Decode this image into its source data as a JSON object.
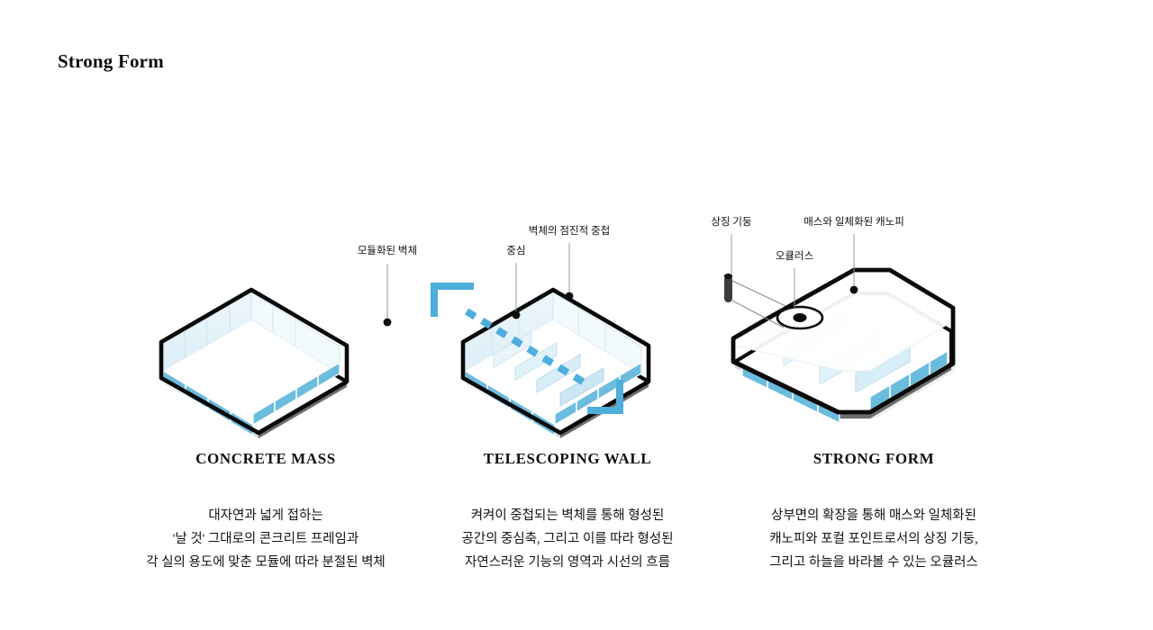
{
  "page": {
    "title": "Strong Form",
    "background_color": "#ffffff"
  },
  "palette": {
    "outline": "#0a0a0a",
    "wall_blue": "#6cbcde",
    "wall_blue_dark": "#3ea3cc",
    "glass_tint": "#e8f4fa",
    "slab_grey": "#9a9a9a",
    "leader_grey": "#9b9b9b",
    "arrow_blue": "#4eaedd",
    "text": "#111111"
  },
  "diagrams": [
    {
      "id": "concrete-mass",
      "title": "CONCRETE MASS",
      "annotations": [
        {
          "name": "modular-wall",
          "label": "모듈화된 벽체"
        }
      ],
      "caption_lines": [
        "대자연과 넓게 접하는",
        "'날 것' 그대로의 콘크리트 프레임과",
        "각 실의 용도에 맞춘 모듈에 따라 분절된 벽체"
      ]
    },
    {
      "id": "telescoping-wall",
      "title": "TELESCOPING WALL",
      "annotations": [
        {
          "name": "center-axis",
          "label": "중심"
        },
        {
          "name": "gradual-wall-overlap",
          "label": "벽체의 점진적 중첩"
        }
      ],
      "caption_lines": [
        "켜켜이 중첩되는 벽체를 통해 형성된",
        "공간의 중심축, 그리고 이를 따라 형성된",
        "자연스러운 기능의 영역과 시선의 흐름"
      ]
    },
    {
      "id": "strong-form",
      "title": "STRONG FORM",
      "annotations": [
        {
          "name": "symbolic-column",
          "label": "상징 기둥"
        },
        {
          "name": "integrated-canopy",
          "label": "매스와 일체화된 캐노피"
        },
        {
          "name": "oculus",
          "label": "오큘러스"
        }
      ],
      "caption_lines": [
        "상부면의 확장을 통해 매스와 일체화된",
        "캐노피와 포컬 포인트로서의 상징 기둥,",
        "그리고 하늘을 바라볼 수 있는 오큘러스"
      ]
    }
  ]
}
